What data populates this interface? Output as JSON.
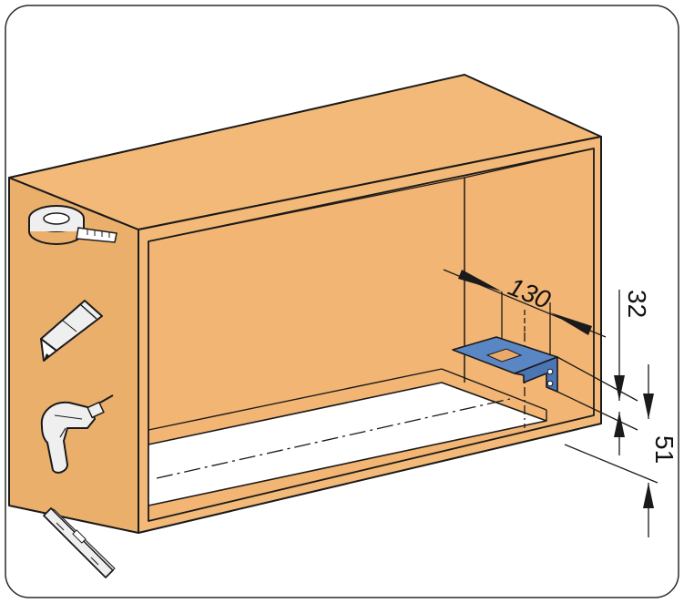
{
  "colors": {
    "cabinet": "#F3B978",
    "cabinet_shade": "#EBAF6C",
    "inner_back": "#F2B574",
    "bottom_panel": "#FFFFFF",
    "bracket": "#5B86C4",
    "bracket_hole": "#E9A96A",
    "outline": "#1A1A1A",
    "tool_fill": "#EFEFEF"
  },
  "dimensions": {
    "width_mm": "130",
    "top_offset_mm": "32",
    "bottom_offset_mm": "51"
  },
  "tools": {
    "measuring_tape": "measuring-tape-icon",
    "pencil": "pencil-icon",
    "drill": "drill-icon",
    "spirit_level": "spirit-level-icon"
  }
}
